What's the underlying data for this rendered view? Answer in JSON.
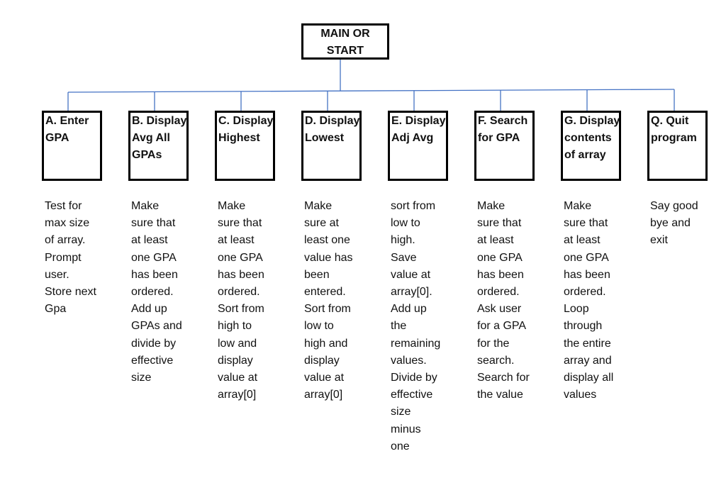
{
  "diagram": {
    "root": {
      "label": "MAIN OR START"
    },
    "nodes": [
      {
        "label": "A. Enter GPA",
        "description": "Test for\nmax size\nof array.\nPrompt\nuser.\nStore next\nGpa"
      },
      {
        "label": "B. Display Avg All GPAs",
        "description": "Make\nsure that\nat least\none GPA\nhas been\nordered.\nAdd up\nGPAs and\ndivide by\neffective\nsize"
      },
      {
        "label": "C. Display Highest",
        "description": "Make\nsure that\nat least\none GPA\nhas been\nordered.\nSort from\nhigh to\nlow and\ndisplay\nvalue at\narray[0]"
      },
      {
        "label": "D. Display Lowest",
        "description": "Make\nsure at\nleast one\nvalue has\nbeen\nentered.\nSort from\nlow to\nhigh and\ndisplay\nvalue at\narray[0]"
      },
      {
        "label": "E. Display Adj Avg",
        "description": "sort from\nlow to\nhigh.\nSave\nvalue at\narray[0].\nAdd up\nthe\nremaining\nvalues.\nDivide by\neffective\nsize\nminus\none"
      },
      {
        "label": "F. Search for GPA",
        "description": "Make\nsure that\nat least\none GPA\nhas been\nordered.\nAsk user\nfor a GPA\nfor the\nsearch.\nSearch for\nthe value"
      },
      {
        "label": "G. Display contents of array",
        "description": "Make\nsure that\nat least\none GPA\nhas been\nordered.\nLoop\nthrough\nthe entire\narray and\ndisplay all\nvalues"
      },
      {
        "label": "Q. Quit program",
        "description": "Say good\nbye and\nexit"
      }
    ],
    "colors": {
      "connector": "#4472c4",
      "box_border": "#000000",
      "text": "#111111"
    }
  }
}
